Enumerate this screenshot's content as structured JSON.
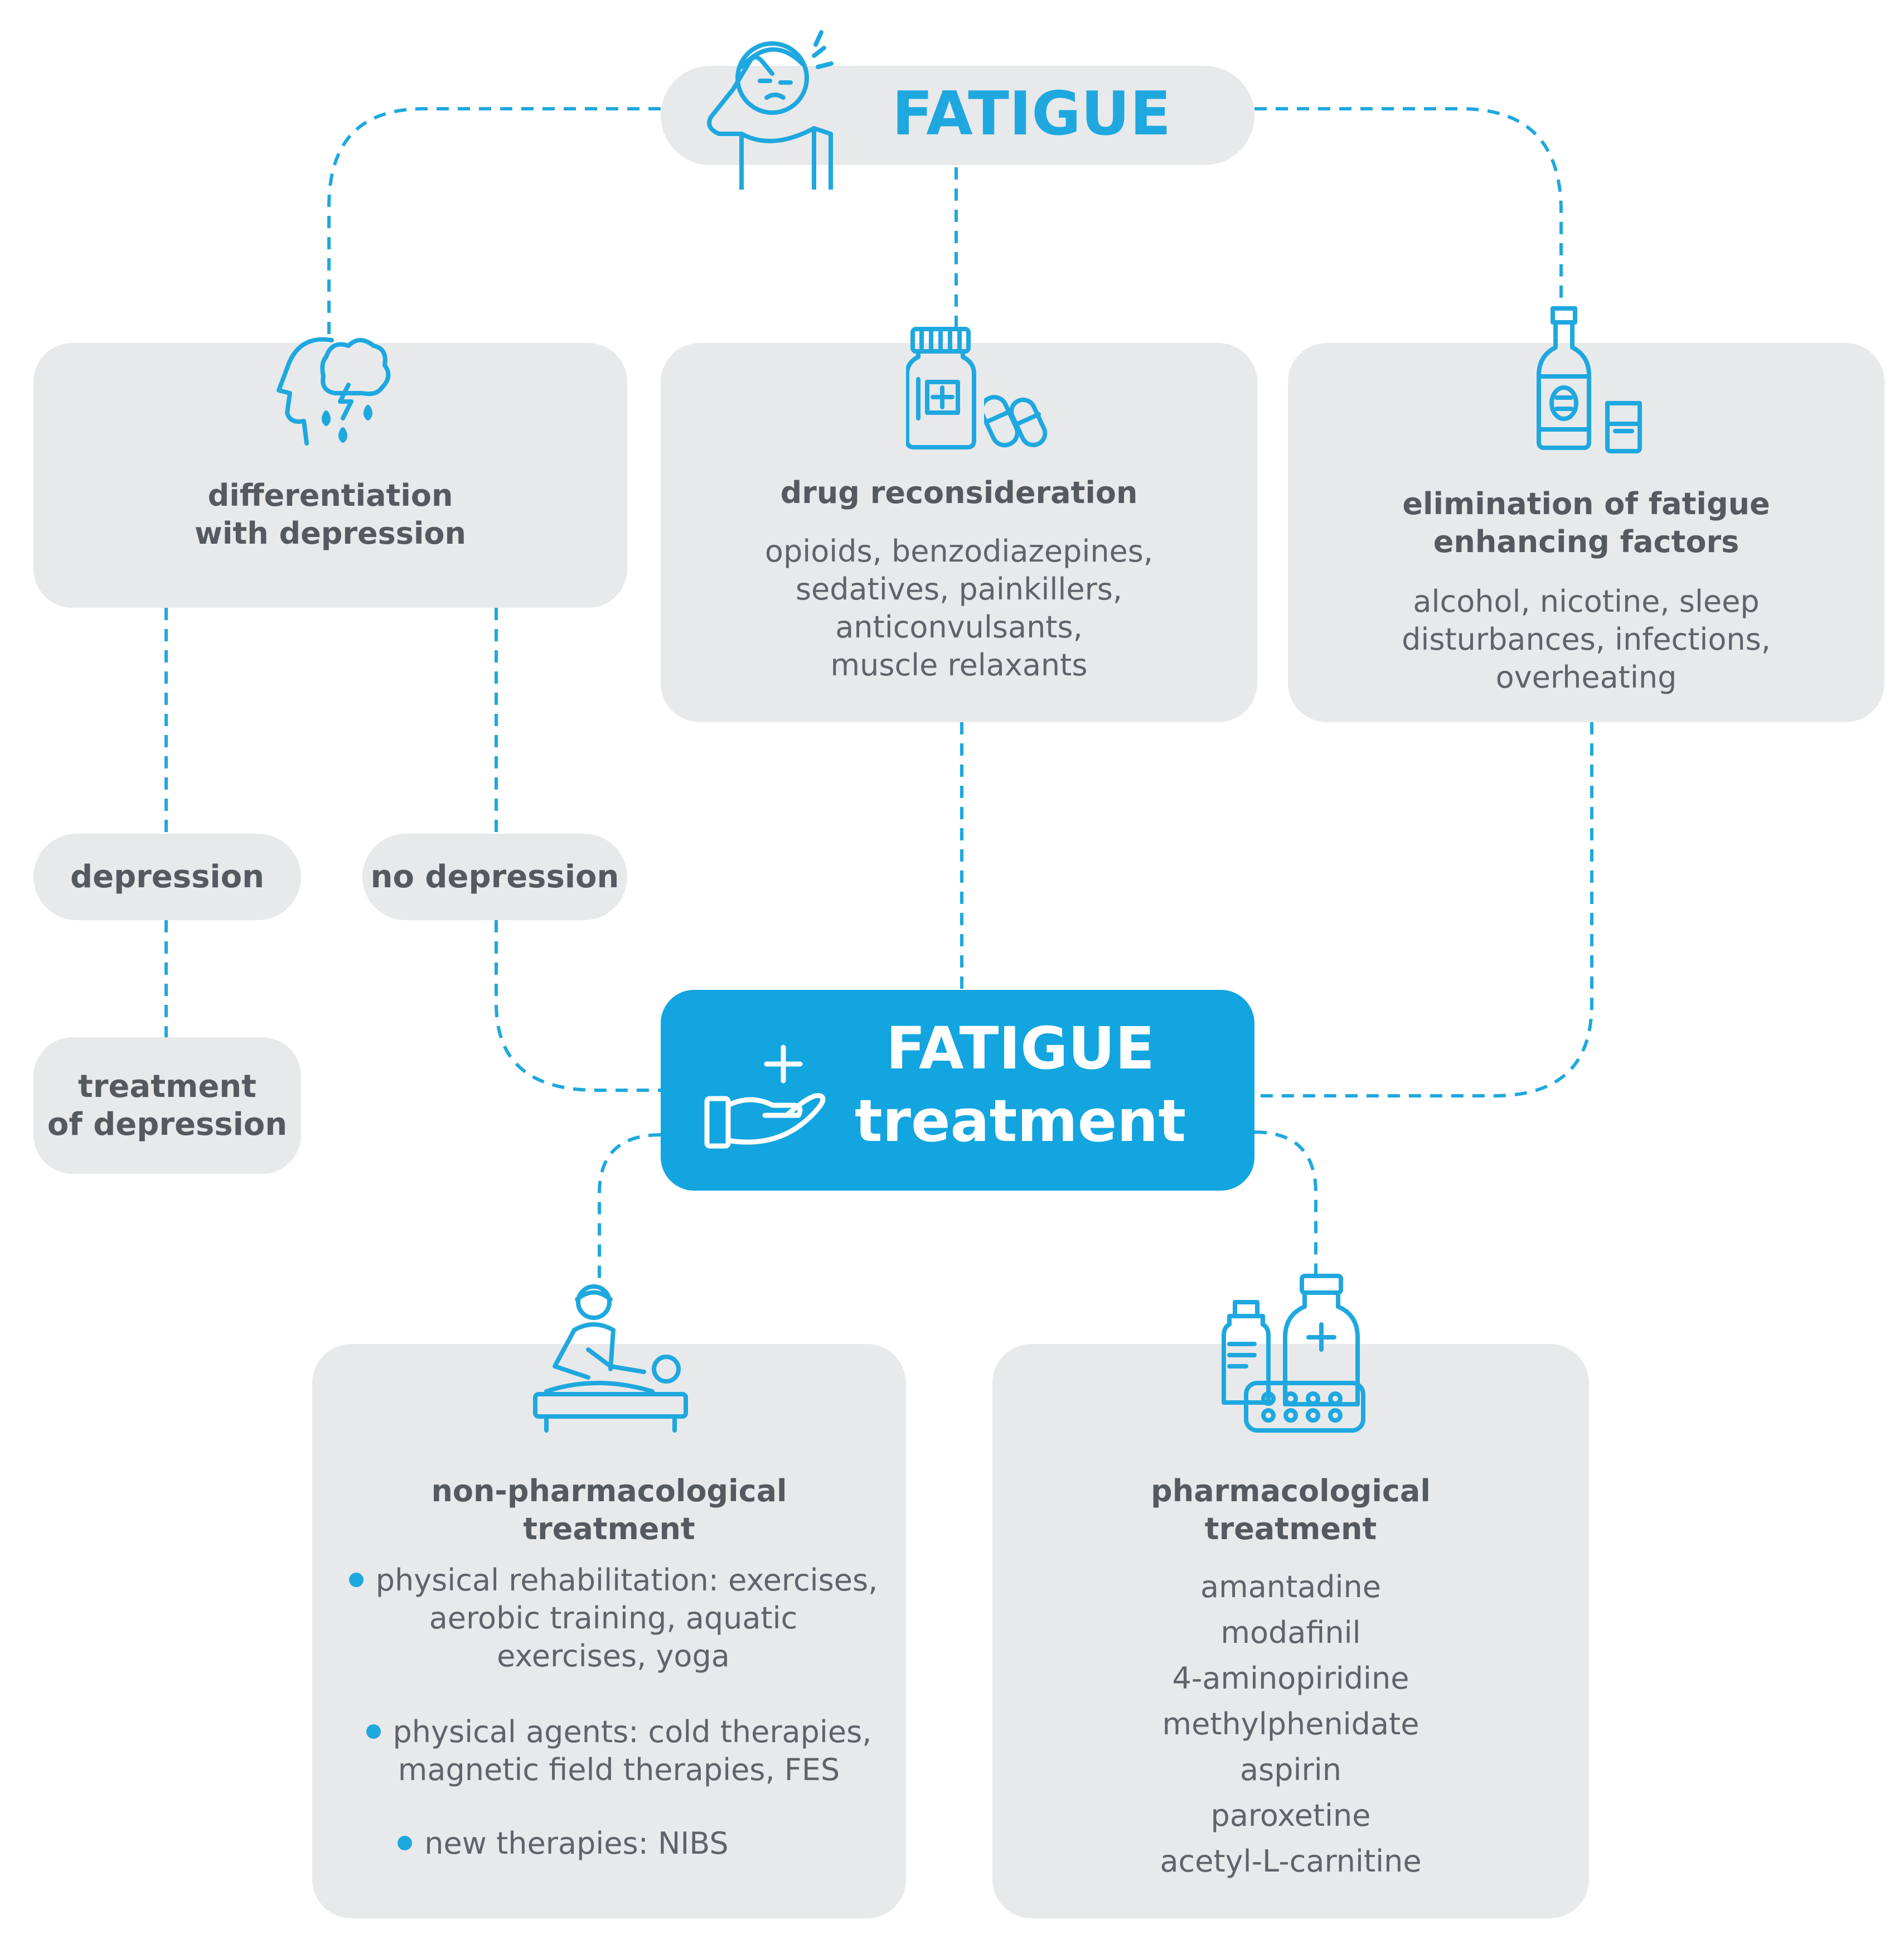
{
  "top": {
    "title": "FATIGUE"
  },
  "depression_box": {
    "title": [
      "differentiation",
      "with depression"
    ]
  },
  "drug_box": {
    "title": "drug reconsideration",
    "body": [
      "opioids, benzodiazepines,",
      "sedatives, painkillers,",
      "anticonvulsants,",
      "muscle relaxants"
    ]
  },
  "factors_box": {
    "title": [
      "elimination of fatigue",
      "enhancing factors"
    ],
    "body": [
      "alcohol, nicotine, sleep",
      "disturbances, infections,",
      "overheating"
    ]
  },
  "depression_pill": "depression",
  "no_depression_pill": "no depression",
  "treatment_depression": [
    "treatment",
    "of depression"
  ],
  "center": {
    "line1": "FATIGUE",
    "line2": "treatment"
  },
  "nonpharm_box": {
    "title": [
      "non-pharmacological",
      "treatment"
    ],
    "bullets": [
      [
        "physical rehabilitation: exercises,",
        "aerobic training, aquatic",
        "exercises, yoga"
      ],
      [
        "physical agents: cold therapies,",
        "magnetic field therapies, FES"
      ],
      [
        "new therapies: NIBS"
      ]
    ]
  },
  "pharm_box": {
    "title": [
      "pharmacological",
      "treatment"
    ],
    "drugs": [
      "amantadine",
      "modafinil",
      "4-aminopiridine",
      "methylphenidate",
      "aspirin",
      "paroxetine",
      "acetyl-L-carnitine"
    ]
  },
  "colors": {
    "accent": "#1fa8df",
    "box": "#e8e9eb",
    "text": "#555a60"
  },
  "icons": [
    "tired-person-icon",
    "head-storm-icon",
    "medicine-bottle-icon",
    "pills-icon",
    "liquor-bottle-icon",
    "glass-icon",
    "hand-plus-icon",
    "therapist-patient-icon",
    "medications-icon"
  ]
}
